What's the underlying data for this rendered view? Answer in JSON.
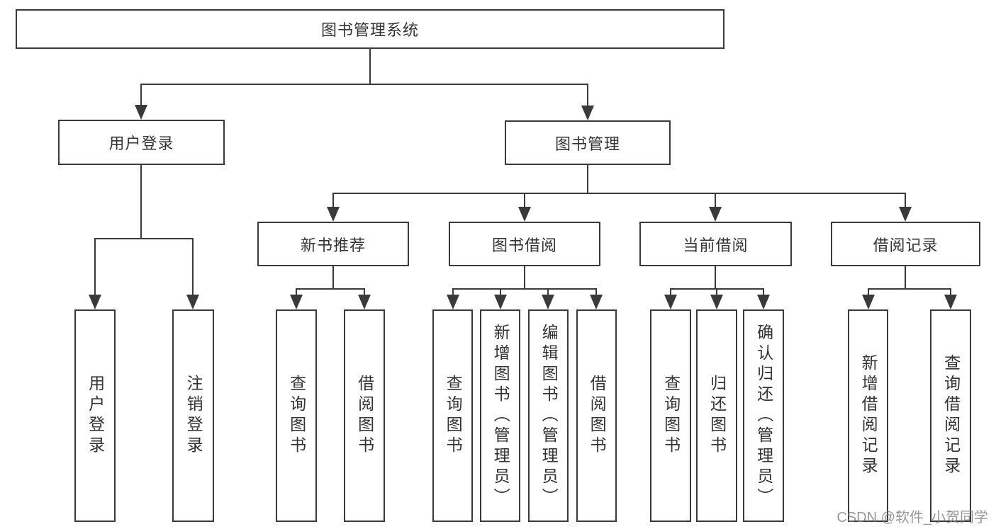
{
  "diagram_title": "图书管理系统",
  "tree": {
    "label": "图书管理系统",
    "children": [
      {
        "label": "用户登录",
        "children": [
          {
            "label": "用户登录"
          },
          {
            "label": "注销登录"
          }
        ]
      },
      {
        "label": "图书管理",
        "children": [
          {
            "label": "新书推荐",
            "children": [
              {
                "label": "查询图书"
              },
              {
                "label": "借阅图书"
              }
            ]
          },
          {
            "label": "图书借阅",
            "children": [
              {
                "label": "查询图书"
              },
              {
                "label": "新增图书（管理员）"
              },
              {
                "label": "编辑图书（管理员）"
              },
              {
                "label": "借阅图书"
              }
            ]
          },
          {
            "label": "当前借阅",
            "children": [
              {
                "label": "查询图书"
              },
              {
                "label": "归还图书"
              },
              {
                "label": "确认归还（管理员）"
              }
            ]
          },
          {
            "label": "借阅记录",
            "children": [
              {
                "label": "新增借阅记录"
              },
              {
                "label": "查询借阅记录"
              }
            ]
          }
        ]
      }
    ]
  },
  "watermark": {
    "text": "CSDN @软件_小贺同学"
  },
  "colors": {
    "line": "#3a3a3a",
    "text": "#333333",
    "background": "#ffffff",
    "watermark": "#808080"
  }
}
